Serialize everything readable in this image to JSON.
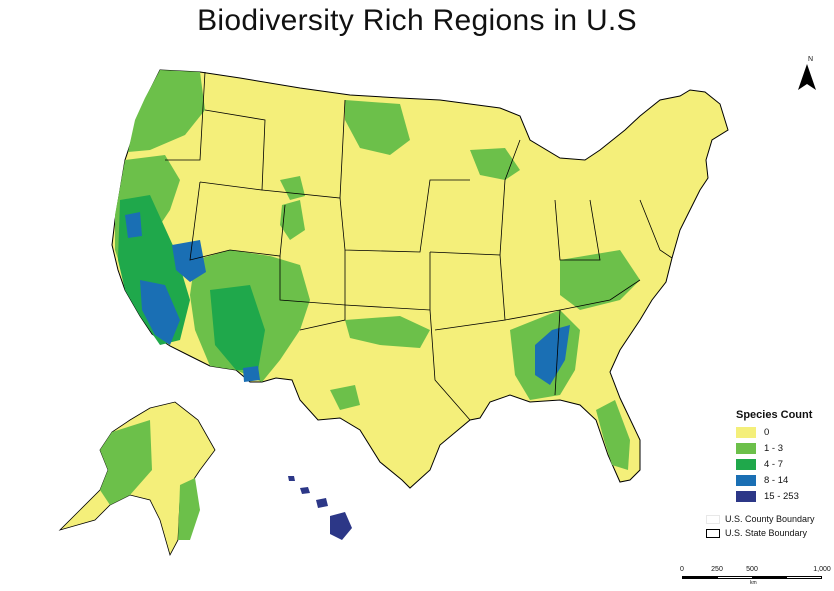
{
  "title": "Biodiversity Rich Regions in U.S",
  "north_arrow": {
    "label": "N"
  },
  "legend": {
    "title": "Species Count",
    "classes": [
      {
        "label": "0",
        "color": "#f4ef7a"
      },
      {
        "label": "1 - 3",
        "color": "#6cc04a"
      },
      {
        "label": "4 - 7",
        "color": "#1fa84b"
      },
      {
        "label": "8 - 14",
        "color": "#1a6fb4"
      },
      {
        "label": "15 - 253",
        "color": "#2c3787"
      }
    ],
    "boundaries": [
      {
        "label": "U.S. County Boundary",
        "color": "#ffffff"
      },
      {
        "label": "U.S. State Boundary",
        "color": "#000000"
      }
    ]
  },
  "scale_bar": {
    "ticks": [
      "0",
      "250",
      "500",
      "1,000"
    ],
    "tick_values": [
      0,
      250,
      500,
      1000
    ],
    "max": 1000,
    "unit": "km"
  },
  "colors": {
    "zero": "#f4ef7a",
    "low": "#6cc04a",
    "mid": "#1fa84b",
    "high": "#1a6fb4",
    "top": "#2c3787",
    "state_boundary": "#000000",
    "background": "#ffffff"
  }
}
